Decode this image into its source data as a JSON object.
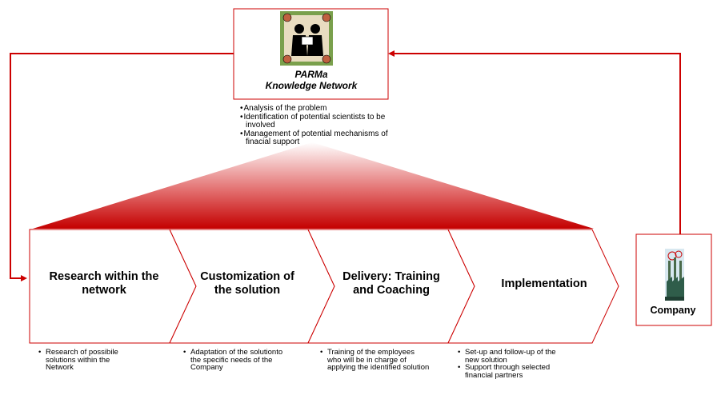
{
  "hub": {
    "title_line1": "PARMa",
    "title_line2": "Knowledge Network",
    "bullets": [
      "Analysis of the problem",
      "Identification of potential scientists to be involved",
      "Management of potential mechanisms of finacial support"
    ]
  },
  "steps": [
    {
      "label": "Research within the network",
      "notes": [
        "Research of possibile solutions within the Network"
      ]
    },
    {
      "label": "Customization of the solution",
      "notes": [
        "Adaptation of the solutionto the specific needs of the Company"
      ]
    },
    {
      "label": "Delivery: Training and Coaching",
      "notes": [
        "Training of the employees who will be in charge of applying the identified solution"
      ]
    },
    {
      "label": "Implementation",
      "notes": [
        "Set-up and follow-up of the new solution",
        "Support through selected financial partners"
      ]
    }
  ],
  "company": {
    "label": "Company"
  },
  "colors": {
    "accent": "#cc0000",
    "gradient_top": "#ffffff",
    "gradient_bottom": "#cc0000"
  },
  "icons": {
    "hub": "network-people-icon",
    "company": "factory-icon"
  }
}
